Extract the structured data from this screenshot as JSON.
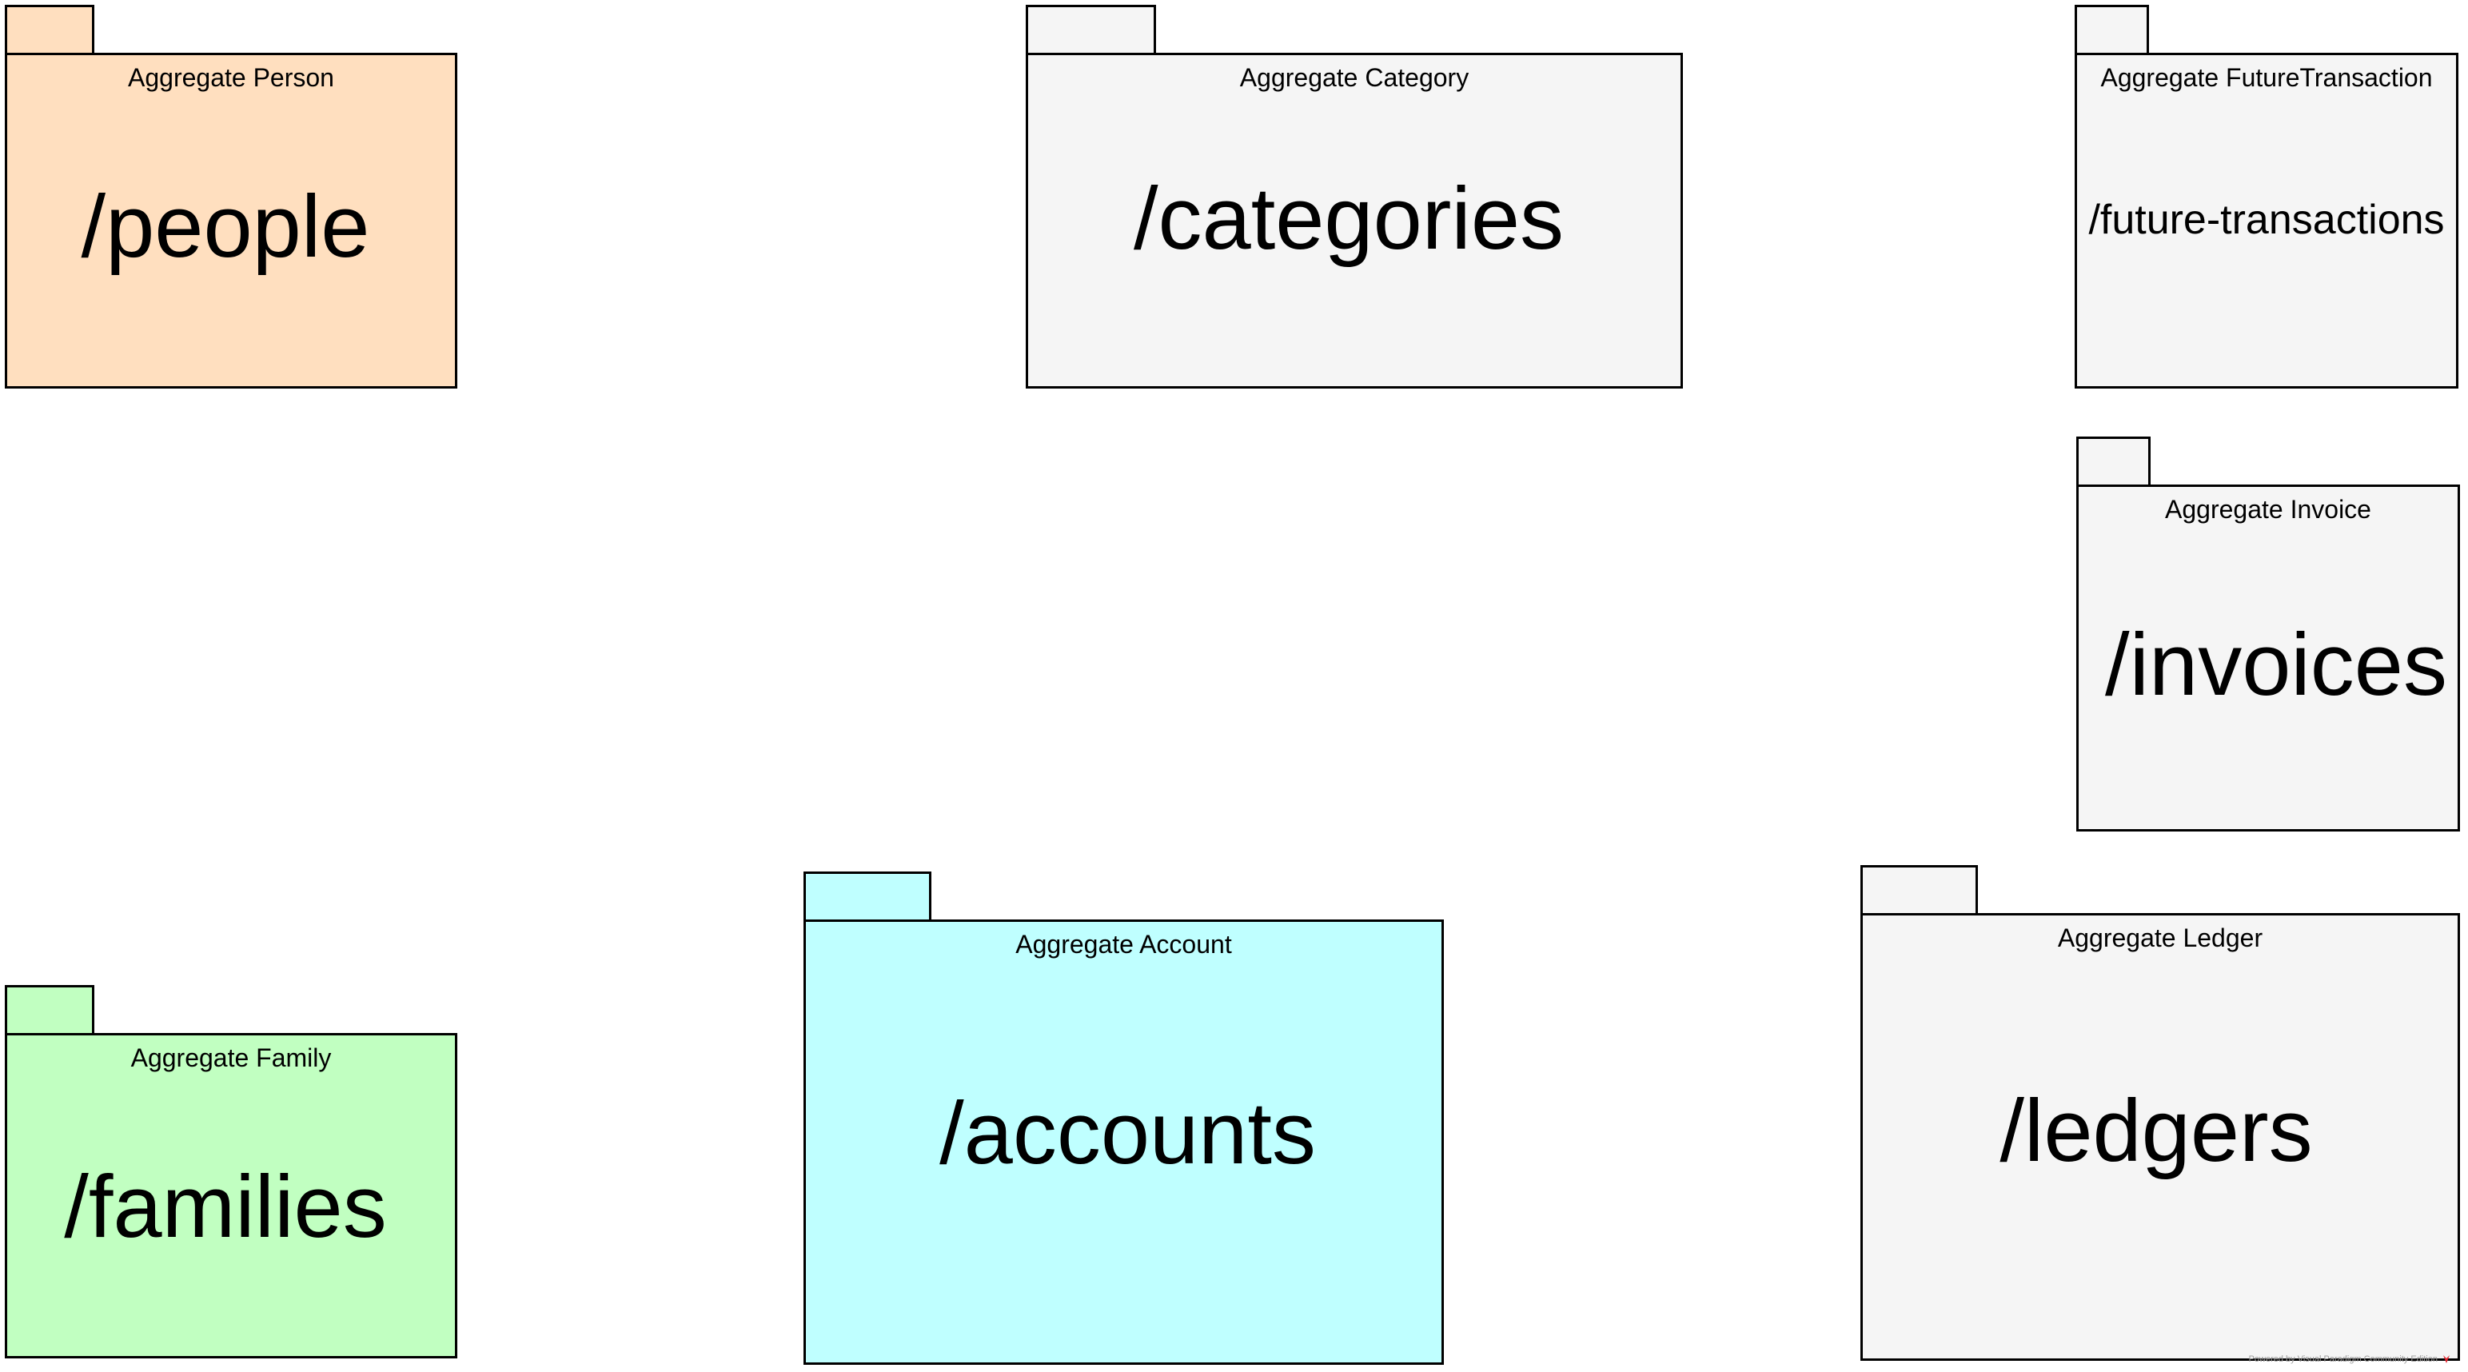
{
  "packages": [
    {
      "id": "person",
      "caption": "Aggregate Person",
      "endpoint": "/people",
      "fill": "#ffdfbf"
    },
    {
      "id": "category",
      "caption": "Aggregate Category",
      "endpoint": "/categories",
      "fill": "#f5f5f5"
    },
    {
      "id": "future-transaction",
      "caption": "Aggregate FutureTransaction",
      "endpoint": "/future-transactions",
      "fill": "#f5f5f5"
    },
    {
      "id": "invoice",
      "caption": "Aggregate Invoice",
      "endpoint": "/invoices",
      "fill": "#f5f5f5"
    },
    {
      "id": "family",
      "caption": "Aggregate Family",
      "endpoint": "/families",
      "fill": "#c1ffc1"
    },
    {
      "id": "account",
      "caption": "Aggregate Account",
      "endpoint": "/accounts",
      "fill": "#bfffff"
    },
    {
      "id": "ledger",
      "caption": "Aggregate Ledger",
      "endpoint": "/ledgers",
      "fill": "#f5f5f5"
    }
  ],
  "footer": {
    "text": "Powered by Visual Paradigm Community Edition",
    "mark_color": "#e0202a"
  }
}
